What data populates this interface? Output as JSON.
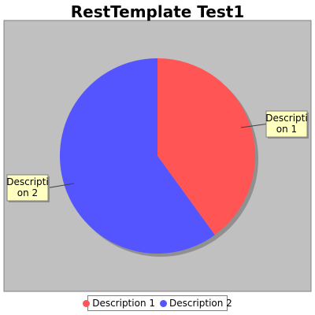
{
  "chart_data": {
    "type": "pie",
    "title": "RestTemplate Test1",
    "categories": [
      "Description 1",
      "Description 2"
    ],
    "values": [
      40,
      60
    ],
    "slice_labels": [
      "Descripti\non 1",
      "Descripti\non 2"
    ],
    "colors": [
      "#ff5555",
      "#5555ff"
    ],
    "legend": [
      "Description 1",
      "Description 2"
    ],
    "legend_position": "bottom",
    "plot_background": "#c0c0c0",
    "label_background": "#ffffc0"
  }
}
